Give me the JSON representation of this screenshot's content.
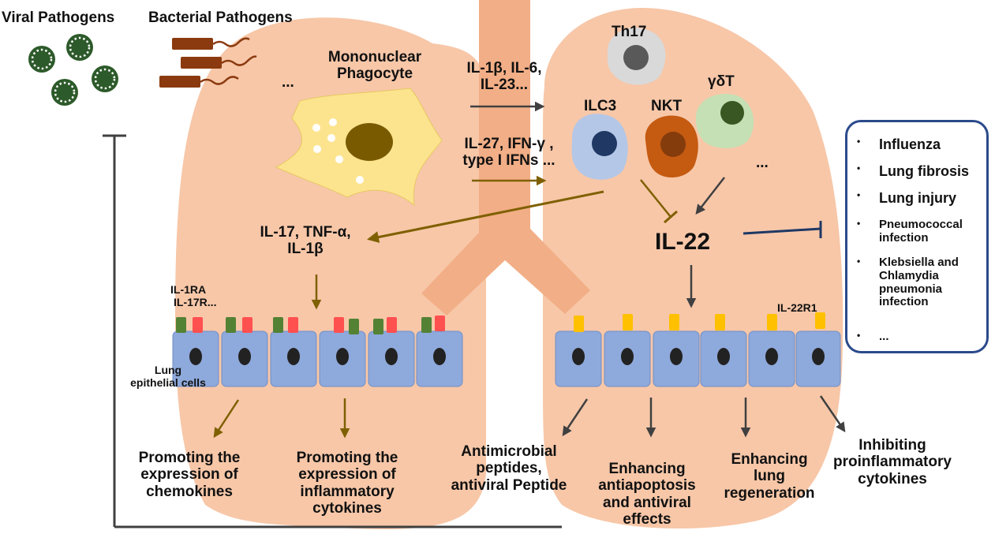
{
  "pathogens": {
    "viral": "Viral Pathogens",
    "bacterial": "Bacterial Pathogens",
    "ellipsis": "..."
  },
  "phagocyte": {
    "label_line1": "Mononuclear",
    "label_line2": "Phagocyte"
  },
  "cytokines": {
    "inducing_line1": "IL-1β, IL-6,",
    "inducing_line2": "IL-23...",
    "inhibiting_line1": "IL-27, IFN-γ ,",
    "inhibiting_line2": "type I IFNs ...",
    "inflammatory_line1": "IL-17, TNF-α,",
    "inflammatory_line2": "IL-1β"
  },
  "cells": {
    "th17": "Th17",
    "ilc3": "ILC3",
    "nkt": "NKT",
    "gdt": "γδT",
    "ellipsis": "..."
  },
  "il22": "IL-22",
  "receptors": {
    "left_line1": "IL-1RA",
    "left_line2": "IL-17R...",
    "right": "IL-22R1"
  },
  "epithelium": {
    "label_line1": "Lung",
    "label_line2": "epithelial cells"
  },
  "outcomes": {
    "chemokines": [
      "Promoting the",
      "expression  of",
      "chemokines"
    ],
    "inflammatory": [
      "Promoting the",
      "expression  of",
      "inflammatory",
      "cytokines"
    ],
    "antimicrobial": [
      "Antimicrobial",
      "peptides,",
      "antiviral Peptide"
    ],
    "antiapoptosis": [
      "Enhancing",
      "antiapoptosis",
      "and antiviral",
      "effects"
    ],
    "regeneration": [
      "Enhancing",
      "lung",
      "regeneration"
    ],
    "proinflammatory": [
      "Inhibiting",
      "proinflammatory",
      "cytokines"
    ]
  },
  "diseases": [
    {
      "bullet": "•",
      "lines": [
        "Influenza"
      ]
    },
    {
      "bullet": "•",
      "lines": [
        "Lung fibrosis"
      ]
    },
    {
      "bullet": "•",
      "lines": [
        "Lung injury"
      ]
    },
    {
      "bullet": "•",
      "lines": [
        "Pneumococcal",
        "infection"
      ]
    },
    {
      "bullet": "•",
      "lines": [
        "Klebsiella and",
        "Chlamydia",
        "pneumonia",
        "infection"
      ]
    },
    {
      "bullet": "•",
      "lines": [
        "..."
      ]
    }
  ],
  "colors": {
    "lung": "#f7c7a8",
    "trachea": "#f2ae86",
    "virus": "#2d5a2a",
    "bacteria": "#8b3a0f",
    "phagocyte": "#fce48f",
    "phagocyte_nucleus": "#7a5a00",
    "th17": "#d9d9d9",
    "ilc3": "#b4c7e7",
    "nkt": "#c55a11",
    "gdt": "#c5e0b4",
    "epithelial": "#8ea9db",
    "arrow_brown": "#7f6000",
    "arrow_gray": "#404040",
    "inhibit_blue": "#1f3864",
    "receptor_green": "#548235",
    "receptor_red": "#ff5050",
    "receptor_yellow": "#ffc000"
  }
}
